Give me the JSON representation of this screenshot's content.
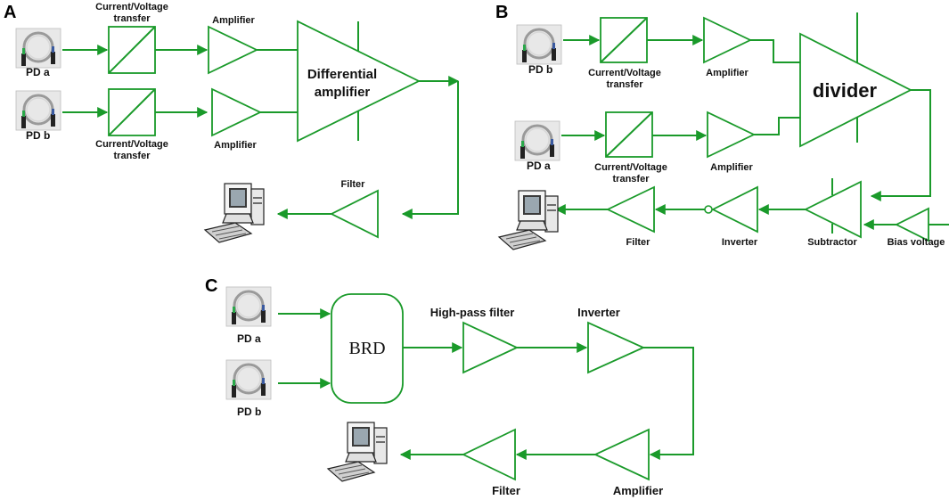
{
  "panels": {
    "a": "A",
    "b": "B",
    "c": "C"
  },
  "a": {
    "pd_a": "PD  a",
    "pd_b": "PD  b",
    "cv_top": [
      "Current/Voltage",
      "transfer"
    ],
    "cv_bottom": [
      "Current/Voltage",
      "transfer"
    ],
    "amp_top": "Amplifier",
    "amp_bottom": "Amplifier",
    "diff": [
      "Differential",
      "amplifier"
    ],
    "filter": "Filter"
  },
  "b": {
    "pd_b": "PD b",
    "pd_a": "PD a",
    "cv_top": [
      "Current/Voltage",
      "transfer"
    ],
    "cv_bottom": [
      "Current/Voltage",
      "transfer"
    ],
    "amp_top": "Amplifier",
    "amp_bottom": "Amplifier",
    "divider": "divider",
    "filter": "Filter",
    "inverter": "Inverter",
    "subtractor": "Subtractor",
    "bias": "Bias voltage"
  },
  "c": {
    "pd_a": "PD a",
    "pd_b": "PD b",
    "brd": "BRD",
    "hpf": "High-pass filter",
    "inverter": "Inverter",
    "amplifier": "Amplifier",
    "filter": "Filter"
  },
  "colors": {
    "wire": "#1a9a2a",
    "text": "#111111"
  }
}
